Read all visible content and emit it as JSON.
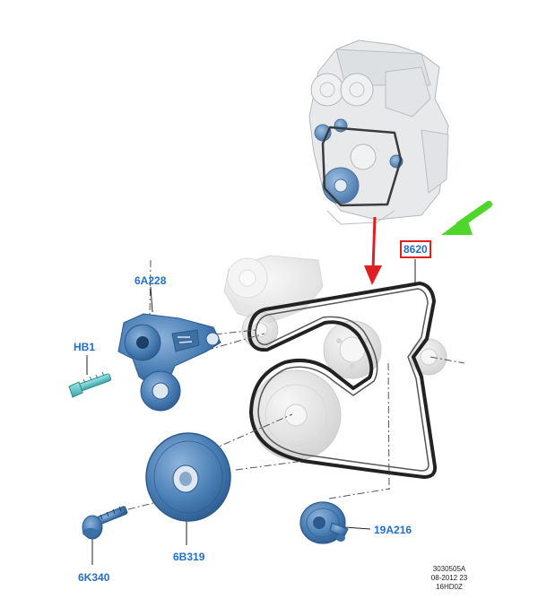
{
  "labels": {
    "belt": "8620",
    "tensioner": "6A228",
    "tensioner_bolt": "HB1",
    "crank_bolt": "6K340",
    "crank_pulley": "6B319",
    "idler": "19A216"
  },
  "footer": {
    "line1": "3030505A",
    "line2": "08-2012 23",
    "line3": "16HD0Z"
  },
  "colors": {
    "label_blue": "#1f6fd1",
    "part_blue": "#4a7fb5",
    "bolt_teal": "#5cc6c8",
    "highlight_red": "#e02020",
    "pointer_green": "#4fd62a"
  }
}
